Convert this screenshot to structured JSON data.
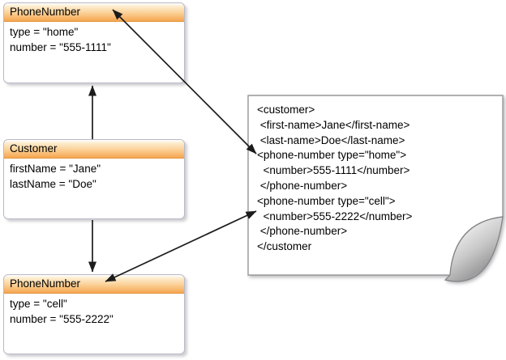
{
  "diagram": {
    "objects": [
      {
        "title": "PhoneNumber",
        "attrs": [
          "type = \"home\"",
          "number = \"555-1111\""
        ]
      },
      {
        "title": "Customer",
        "attrs": [
          "firstName = \"Jane\"",
          "lastName = \"Doe\""
        ]
      },
      {
        "title": "PhoneNumber",
        "attrs": [
          "type = \"cell\"",
          "number = \"555-2222\""
        ]
      }
    ],
    "xml_document": {
      "lines": [
        "<customer>",
        " <first-name>Jane</first-name>",
        " <last-name>Doe</last-name>",
        "<phone-number type=\"home\">",
        "  <number>555-1111</number>",
        " </phone-number>",
        "<phone-number type=\"cell\">",
        "  <number>555-2222</number>",
        " </phone-number>",
        "</customer"
      ]
    },
    "colors": {
      "header_accent": "#f5a650",
      "box_border": "#b9b9c8",
      "doc_border": "#999999",
      "arrow": "#1c1c1c"
    }
  }
}
